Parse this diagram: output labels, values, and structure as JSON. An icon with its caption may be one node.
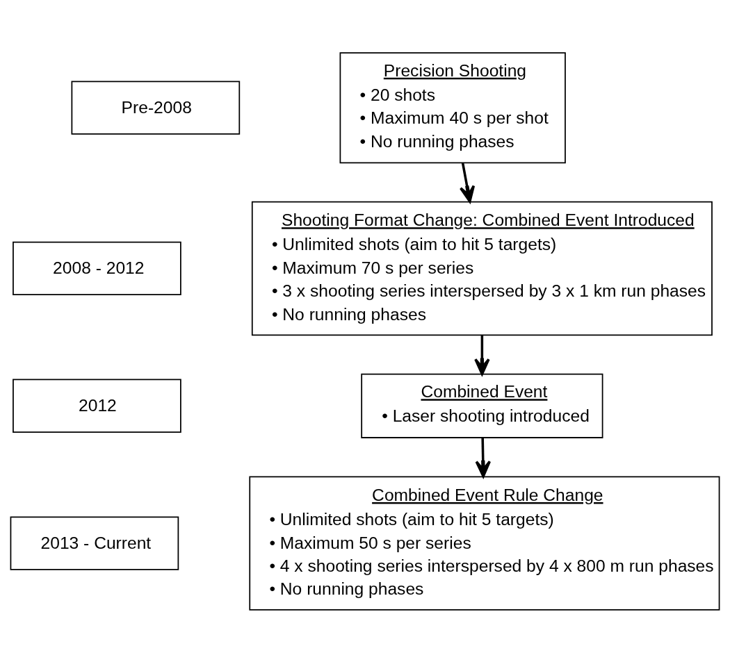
{
  "diagram": {
    "nodes": [
      {
        "text": [
          "Pre-2008"
        ]
      },
      {
        "text": [
          "Precision Shooting",
          "• 20 shots",
          "• Maximum 40 s per shot",
          "• No running phases"
        ]
      },
      {
        "text": [
          "2008 - 2012"
        ]
      },
      {
        "text": [
          "Shooting Format Change: Combined Event Introduced",
          "• Unlimited shots (aim to hit 5 targets)",
          "• Maximum 70 s per series",
          "• 3 x shooting series interspersed by 3 x 1 km run phases",
          "• No running phases"
        ]
      },
      {
        "text": [
          "2012"
        ]
      },
      {
        "text": [
          "Combined Event",
          "• Laser shooting introduced"
        ]
      },
      {
        "text": [
          "2013 - Current"
        ]
      },
      {
        "text": [
          "Combined Event Rule Change",
          "• Unlimited shots (aim to hit 5 targets)",
          "• Maximum 50 s per series",
          "• 4 x shooting series interspersed by 4 x 800 m run phases",
          "• No running phases"
        ]
      }
    ],
    "edges": [
      {
        "from": 1,
        "to": 3,
        "arrow": "to"
      },
      {
        "from": 3,
        "to": 5,
        "arrow": "to"
      },
      {
        "from": 5,
        "to": 7,
        "arrow": "to"
      }
    ]
  }
}
